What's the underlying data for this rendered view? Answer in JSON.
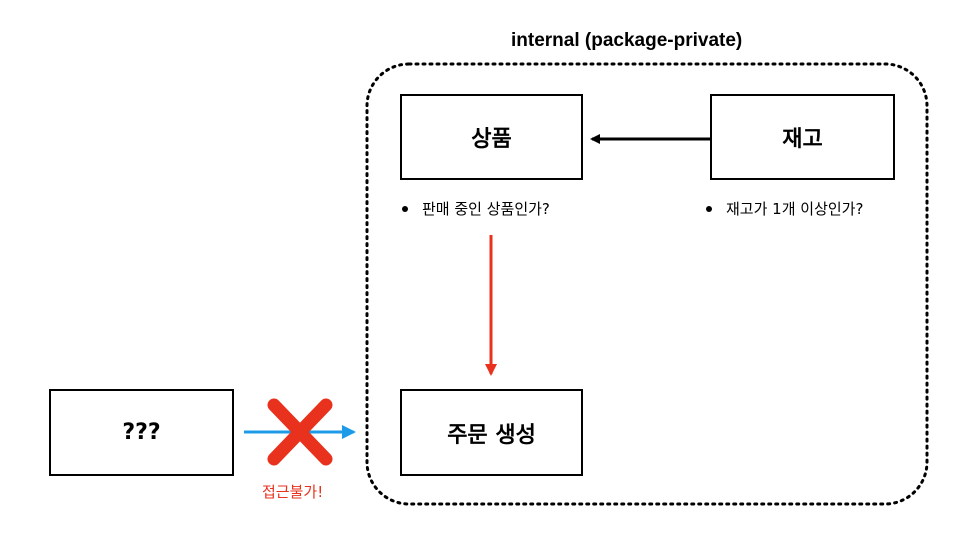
{
  "group": {
    "title": "internal (package-private)"
  },
  "boxes": {
    "product": "상품",
    "stock": "재고",
    "order": "주문 생성",
    "unknown": "???"
  },
  "notes": {
    "product": "판매 중인 상품인가?",
    "stock": "재고가 1개 이상인가?"
  },
  "blocked": {
    "label": "접근불가!"
  },
  "colors": {
    "boundary": "#000000",
    "dependency_arrow": "#000000",
    "flow_arrow": "#e8321e",
    "blocked_arrow": "#1e9be8",
    "blocked_mark": "#e8321e",
    "blocked_label": "#e8321e"
  }
}
